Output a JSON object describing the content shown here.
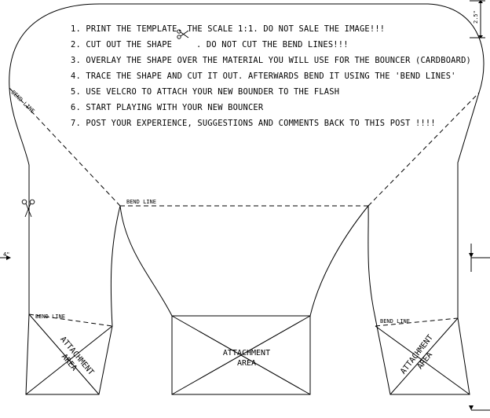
{
  "instructions": [
    "1. PRINT THE TEMPLATE. THE SCALE 1:1. DO NOT SALE THE IMAGE!!!",
    "2. CUT OUT THE SHAPE",
    ". DO NOT CUT THE BEND LINES!!!",
    "3. OVERLAY THE SHAPE OVER THE MATERIAL YOU WILL USE FOR THE BOUNCER (CARDBOARD)",
    "4. TRACE THE SHAPE AND CUT IT OUT. AFTERWARDS BEND IT USING THE 'BEND LINES'",
    "5. USE VELCRO TO ATTACH YOUR NEW BOUNDER TO THE FLASH",
    "6. START PLAYING WITH YOUR NEW BOUNCER",
    "7. POST YOUR EXPERIENCE, SUGGESTIONS AND COMMENTS BACK TO THIS POST !!!!"
  ],
  "bend_line_label": "BEND LINE",
  "attachment_area": {
    "line1": "ATTACHMENT",
    "line2": "AREA"
  },
  "dimensions": {
    "left": "4\"",
    "top_right": "2.5\""
  }
}
